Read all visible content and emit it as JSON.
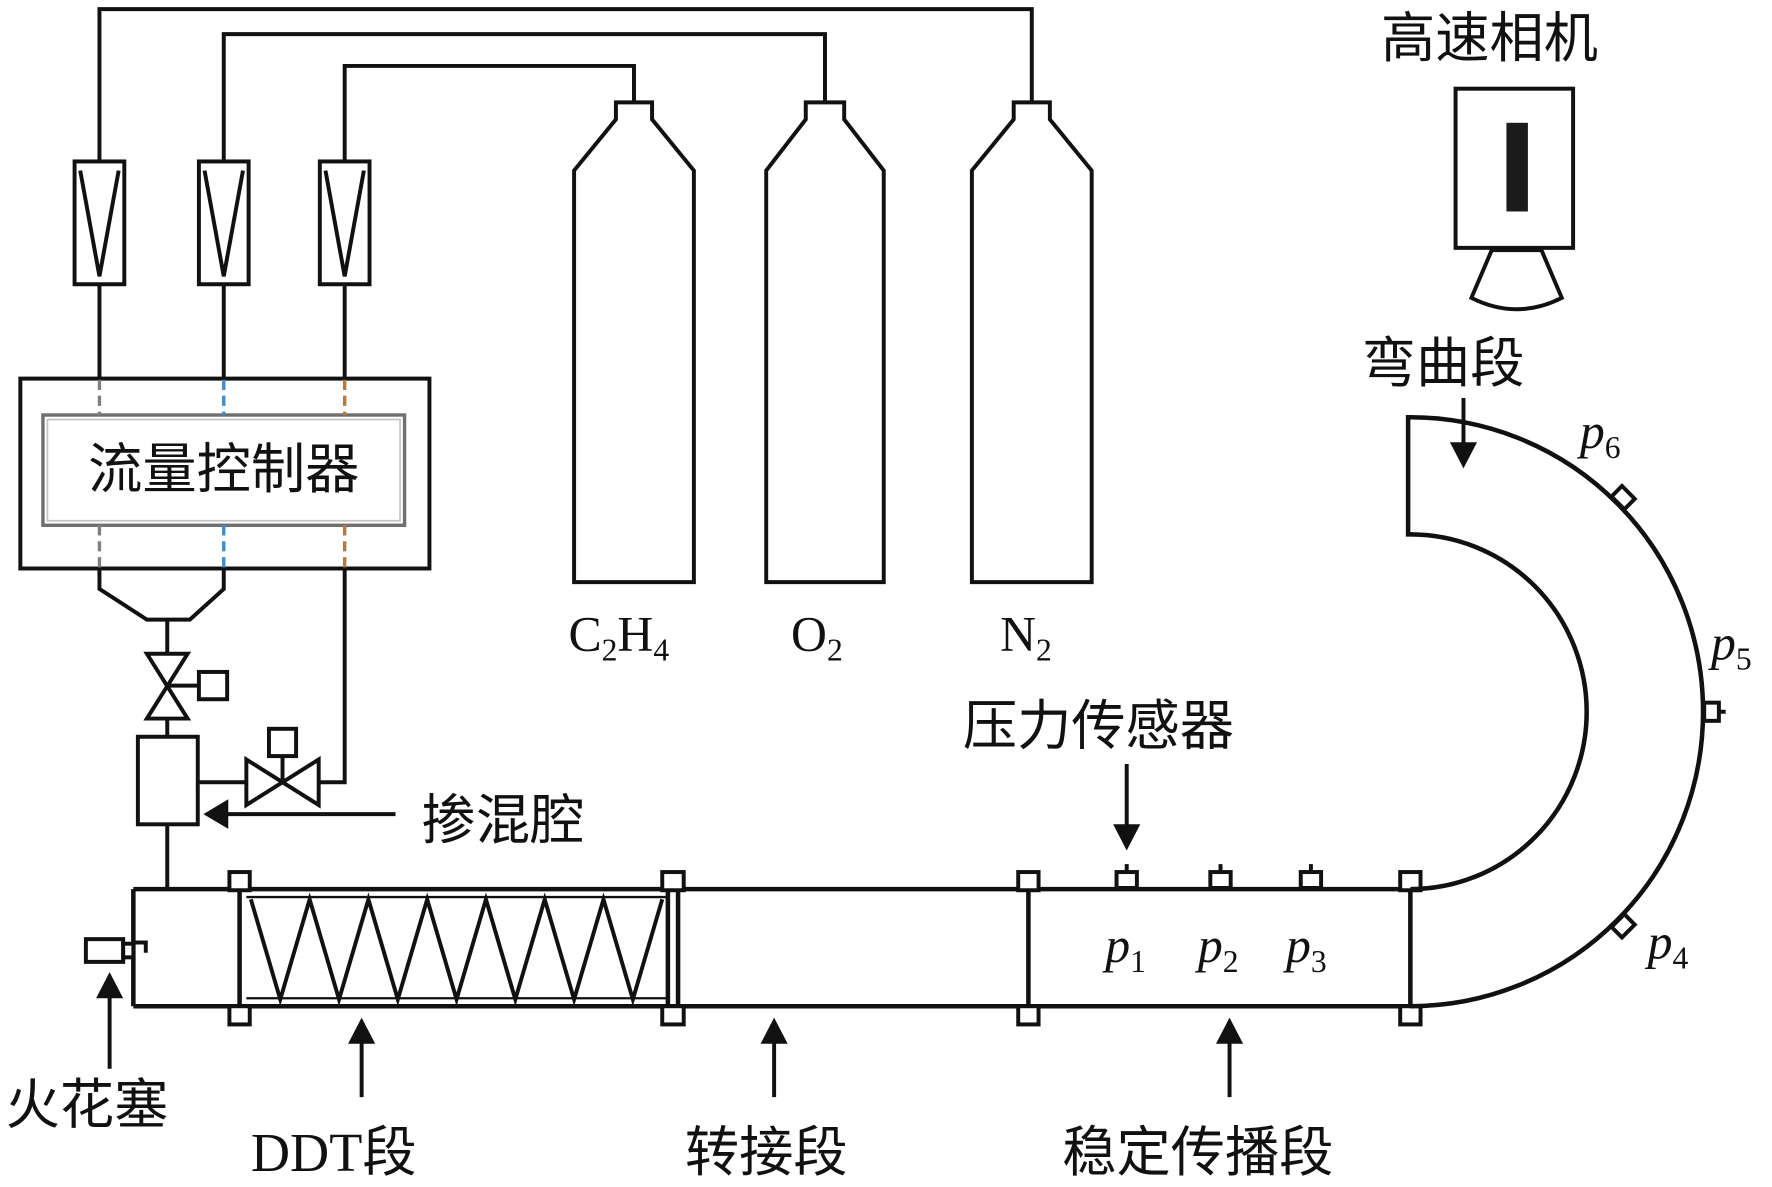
{
  "camera": {
    "label": "高速相机"
  },
  "bend": {
    "label": "弯曲段"
  },
  "flow_controller": {
    "label": "流量控制器",
    "line_colors": [
      "#808080",
      "#3b8fd1",
      "#b57a43"
    ]
  },
  "gases": [
    {
      "formula": [
        [
          "C",
          "2"
        ],
        [
          "H",
          "4"
        ]
      ],
      "color": "#e09d73"
    },
    {
      "formula": [
        [
          "O",
          "2"
        ]
      ],
      "color": "#84acd9"
    },
    {
      "formula": [
        [
          "N",
          "2"
        ]
      ],
      "color": "#d3dae3"
    }
  ],
  "mixing_chamber": {
    "label": "掺混腔"
  },
  "pressure_sensor": {
    "label": "压力传感器"
  },
  "sensors": [
    {
      "symbol": "p",
      "sub": "1"
    },
    {
      "symbol": "p",
      "sub": "2"
    },
    {
      "symbol": "p",
      "sub": "3"
    },
    {
      "symbol": "p",
      "sub": "4"
    },
    {
      "symbol": "p",
      "sub": "5"
    },
    {
      "symbol": "p",
      "sub": "6"
    }
  ],
  "sections": {
    "spark_plug": "火花塞",
    "ddt": "DDT段",
    "adapter": "转接段",
    "stable": "稳定传播段"
  }
}
